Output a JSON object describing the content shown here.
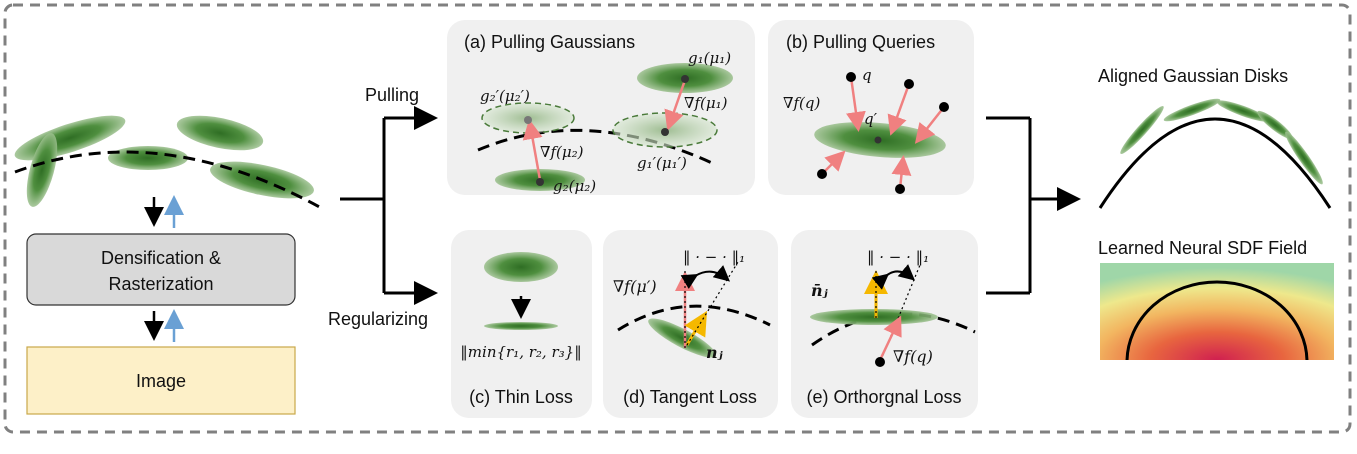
{
  "left": {
    "box1_line1": "Densification &",
    "box1_line2": "Rasterization",
    "box2": "Image"
  },
  "branches": {
    "pulling": "Pulling",
    "regularizing": "Regularizing"
  },
  "panels": {
    "a": {
      "title": "(a) Pulling Gaussians",
      "g1": "g₁(μ₁)",
      "g1p": "g₁′(μ₁′)",
      "g2": "g₂(μ₂)",
      "g2p": "g₂′(μ₂′)",
      "grad1": "∇f(μ₁)",
      "grad2": "∇f(μ₂)"
    },
    "b": {
      "title": "(b) Pulling Queries",
      "q": "q",
      "qp": "q′",
      "grad": "∇f(q)"
    },
    "c": {
      "title": "(c) Thin Loss",
      "formula": "‖min{r₁, r₂, r₃}‖"
    },
    "d": {
      "title": "(d) Tangent Loss",
      "norm": "‖ · − · ‖₁",
      "grad": "∇f(μ′)",
      "n": "nⱼ"
    },
    "e": {
      "title": "(e) Orthorgnal Loss",
      "norm": "‖ · − · ‖₁",
      "n": "n̄ⱼ",
      "grad": "∇f(q)"
    }
  },
  "right": {
    "top": "Aligned Gaussian Disks",
    "bottom": "Learned Neural SDF Field"
  },
  "colors": {
    "gaussian": "#4a8a3a",
    "panel_bg": "#f0f0f0",
    "box1_bg": "#d9d9d9",
    "box2_bg": "#fdf0c8",
    "pink_arrow": "#f08080",
    "yellow_arrow": "#f5b800",
    "blue_arrow": "#6aa0d4"
  }
}
